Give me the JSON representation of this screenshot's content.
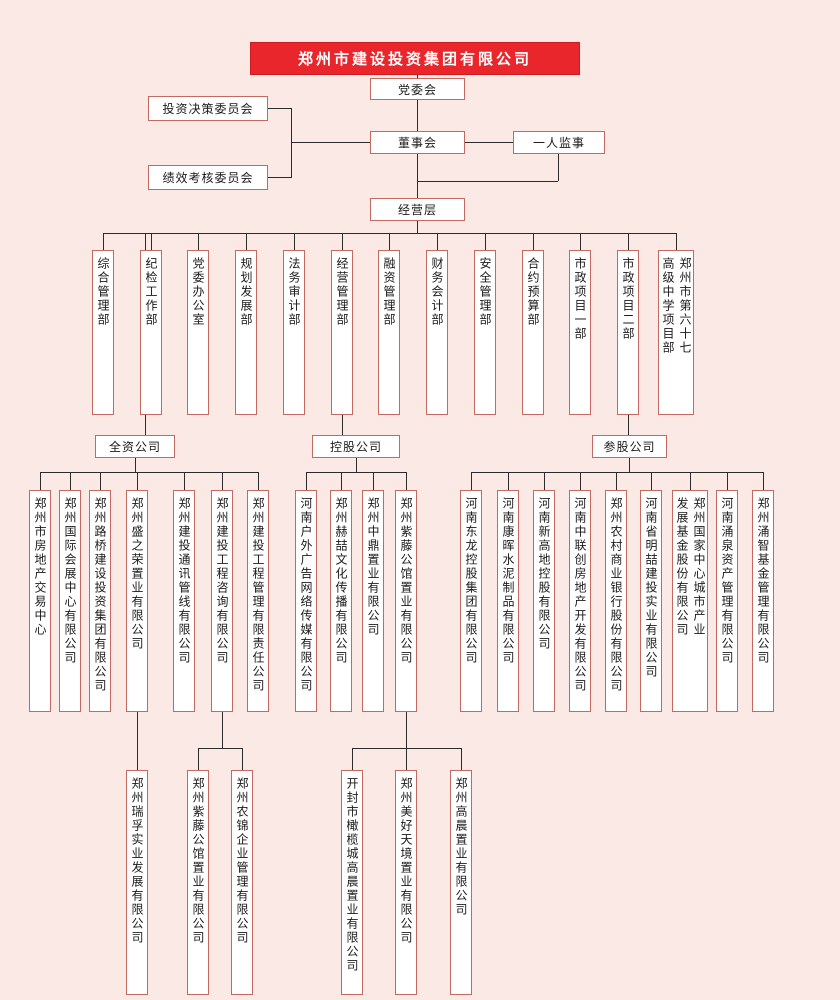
{
  "page": {
    "background_color": "#fbe9e5",
    "accent_red": "#e8262c",
    "box_border_color": "#c4695f",
    "line_color": "#2b2b2b"
  },
  "root": {
    "label": "郑州市建设投资集团有限公司"
  },
  "governance": {
    "party_committee": "党委会",
    "investment_committee": "投资决策委员会",
    "performance_committee": "绩效考核委员会",
    "board": "董事会",
    "supervisor": "一人监事",
    "management": "经营层"
  },
  "departments": [
    "综合管理部",
    "纪检工作部",
    "党委办公室",
    "规划发展部",
    "法务审计部",
    "经营管理部",
    "融资管理部",
    "财务会计部",
    "安全管理部",
    "合约预算部",
    "市政项目一部",
    "市政项目二部",
    "郑州市第六十七高级中学项目部"
  ],
  "groups": {
    "wholly_owned": {
      "label": "全资公司",
      "companies": [
        "郑州市房地产交易中心",
        "郑州国际会展中心有限公司",
        "郑州路桥建设投资集团有限公司",
        "郑州盛之荣置业有限公司",
        "郑州建投通讯管线有限公司",
        "郑州建投工程咨询有限公司",
        "郑州建投工程管理有限责任公司"
      ]
    },
    "holding": {
      "label": "控股公司",
      "companies": [
        "河南户外广告网络传媒有限公司",
        "郑州赫喆文化传播有限公司",
        "郑州中鼎置业有限公司",
        "郑州紫藤公馆置业有限公司"
      ]
    },
    "participating": {
      "label": "参股公司",
      "companies": [
        "河南东龙控股集团有限公司",
        "河南康晖水泥制品有限公司",
        "河南新高地控股有限公司",
        "河南中联创房地产开发有限公司",
        "郑州农村商业银行股份有限公司",
        "河南省明喆建投实业有限公司",
        "郑州国家中心城市产业发展基金股份有限公司",
        "河南涌泉资产管理有限公司",
        "郑州涌智基金管理有限公司"
      ]
    }
  },
  "level3": {
    "under_shengzhirong": [
      "郑州瑞孚实业发展有限公司"
    ],
    "under_jiantou_zixun": [
      "郑州紫藤公馆置业有限公司",
      "郑州农锦企业管理有限公司"
    ],
    "under_ziteng": [
      "开封市橄榄城高晨置业有限公司",
      "郑州美好天境置业有限公司",
      "郑州高晨置业有限公司"
    ]
  }
}
